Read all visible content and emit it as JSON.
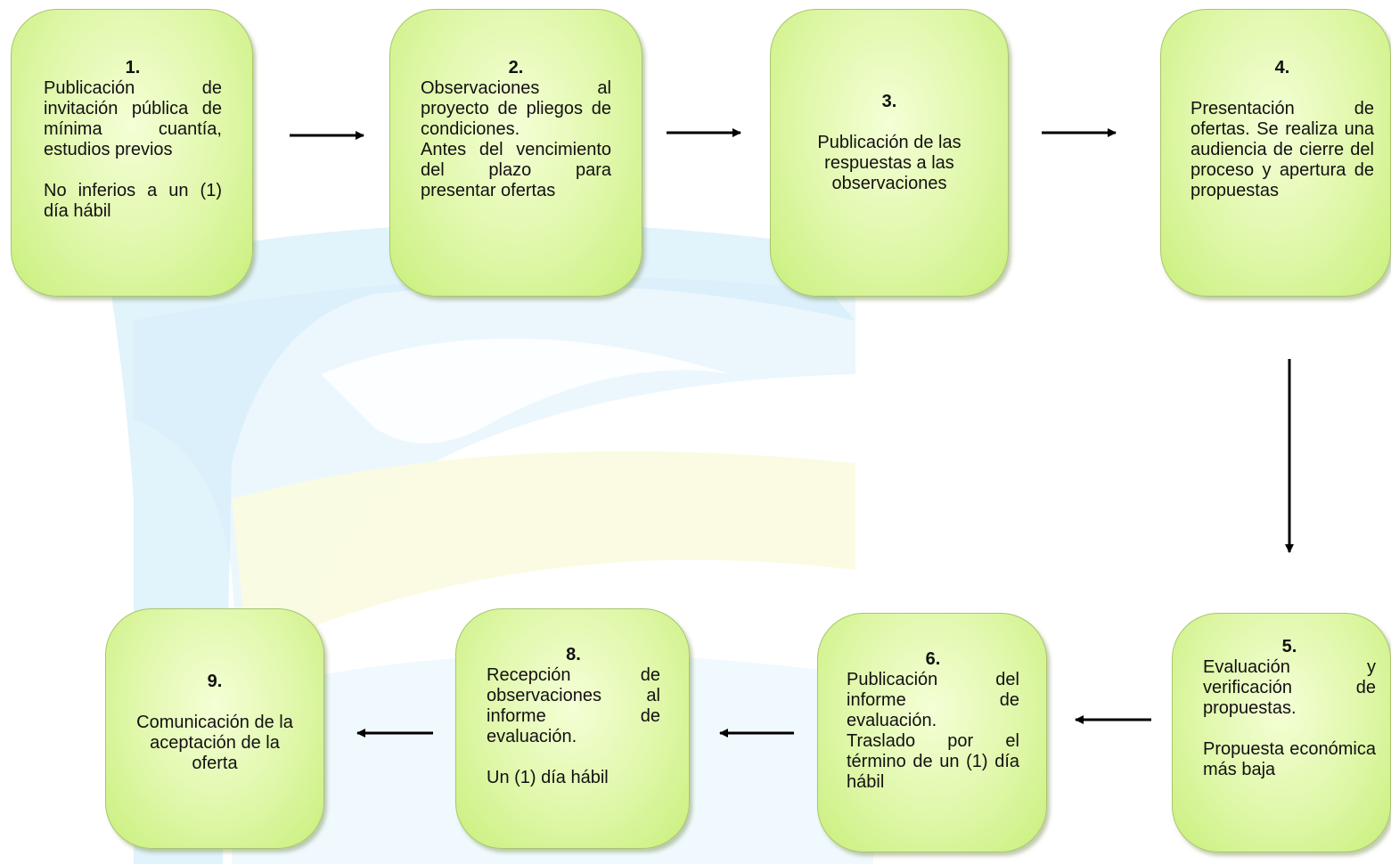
{
  "steps": [
    {
      "num": "1.",
      "text": "Publicación de invitación pública de mínima cuantía, estudios previos\n\nNo inferios a un (1) día hábil"
    },
    {
      "num": "2.",
      "text": "Observaciones al proyecto de pliegos de condiciones.\nAntes del vencimiento del plazo para presentar ofertas"
    },
    {
      "num": "3.",
      "text": "Publicación de las respuestas a las observaciones"
    },
    {
      "num": "4.",
      "text": "Presentación de ofertas. Se realiza una audiencia de cierre del proceso y apertura de propuestas"
    },
    {
      "num": "5.",
      "text": "Evaluación y verificación de propuestas.\n\nPropuesta económica más baja"
    },
    {
      "num": "6.",
      "text": "Publicación del informe de evaluación.\nTraslado por el término de un (1) día hábil"
    },
    {
      "num": "8.",
      "text": "Recepción de observaciones al informe de evaluación.\n\nUn (1) día hábil"
    },
    {
      "num": "9.",
      "text": "Comunicación de la aceptación de la oferta"
    }
  ],
  "colors": {
    "box_fill": "#dff7a8",
    "box_border": "#a8c66c",
    "arrow": "#000000",
    "watermark_blue": "#d4eefa",
    "watermark_yellow": "#fbfbe0"
  }
}
